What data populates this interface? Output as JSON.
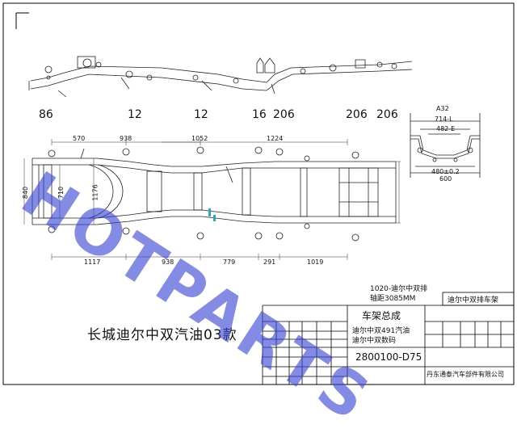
{
  "drawing": {
    "top_dims": [
      "86",
      "12",
      "12",
      "16",
      "206",
      "206",
      "206"
    ],
    "plan_dims_top": [
      "570",
      "938",
      "1052",
      "1224"
    ],
    "plan_dims_bottom": [
      "1117",
      "938",
      "779",
      "291",
      "1019"
    ],
    "left_dims": [
      "840",
      "710",
      "1176"
    ],
    "section_dims": [
      "A32",
      "714-L",
      "482-E",
      "480±0.2",
      "600"
    ],
    "wheelbase_note_1": "1020-迪尔中双排",
    "wheelbase_note_2": "轴距3085MM",
    "model_title": "长城迪尔中双汽油03款",
    "watermark_text": "HOTPARTS"
  },
  "title_block": {
    "drawing_name": "车架总成",
    "line_1": "迪尔中双491汽油",
    "line_2": "迪尔中双数码",
    "part_number": "2800100-D75",
    "company": "丹东通泰汽车部件有限公司",
    "top_label": "迪尔中双排车架"
  }
}
